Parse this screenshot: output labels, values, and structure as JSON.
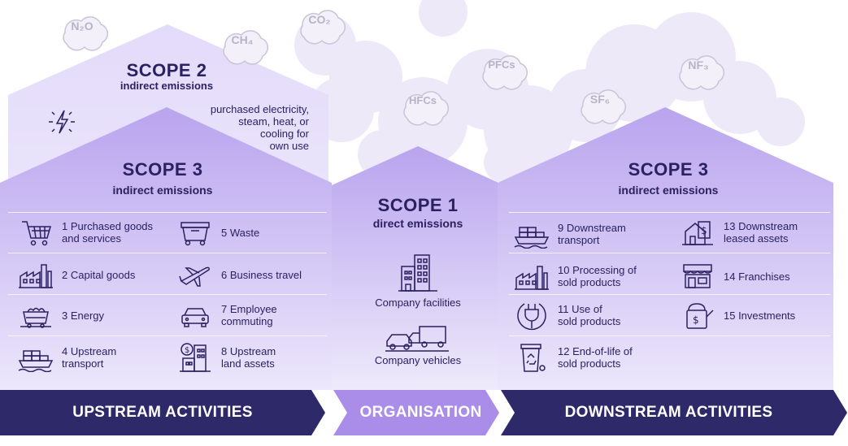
{
  "gases": {
    "n2o": "N₂O",
    "ch4": "CH₄",
    "co2": "CO₂",
    "pfcs": "PFCs",
    "hfcs": "HFCs",
    "sf6": "SF₆",
    "nf3": "NF₃"
  },
  "scope2": {
    "title": "SCOPE 2",
    "subtitle": "indirect emissions",
    "description": "purchased electricity,\nsteam, heat, or\ncooling for\nown use"
  },
  "scope3_upstream": {
    "title": "SCOPE 3",
    "subtitle": "indirect emissions",
    "items": [
      {
        "label": "1  Purchased goods\n    and services"
      },
      {
        "label": "2  Capital goods"
      },
      {
        "label": "3  Energy"
      },
      {
        "label": "4  Upstream\n    transport"
      },
      {
        "label": "5  Waste"
      },
      {
        "label": "6  Business travel"
      },
      {
        "label": "7  Employee\n    commuting"
      },
      {
        "label": "8  Upstream\n    land assets"
      }
    ]
  },
  "scope1": {
    "title": "SCOPE 1",
    "subtitle": "direct emissions",
    "facilities": "Company facilities",
    "vehicles": "Company vehicles"
  },
  "scope3_downstream": {
    "title": "SCOPE 3",
    "subtitle": "indirect emissions",
    "items": [
      {
        "label": "9 Downstream\n   transport"
      },
      {
        "label": "10  Processing of\n      sold products"
      },
      {
        "label": "11  Use of\n      sold products"
      },
      {
        "label": "12  End-of-life of\n      sold products"
      },
      {
        "label": "13  Downstream\n      leased assets"
      },
      {
        "label": "14  Franchises"
      },
      {
        "label": "15  Investments"
      }
    ]
  },
  "bands": {
    "upstream": "UPSTREAM ACTIVITIES",
    "organisation": "ORGANISATION",
    "downstream": "DOWNSTREAM ACTIVITIES"
  },
  "colors": {
    "dark": "#2a2160",
    "band": "#2e2a6a",
    "org_band": "#a98de8",
    "house_light": "#eeeafc",
    "house_mid": "#c8b8f2",
    "cloud": "#ece6f8"
  }
}
